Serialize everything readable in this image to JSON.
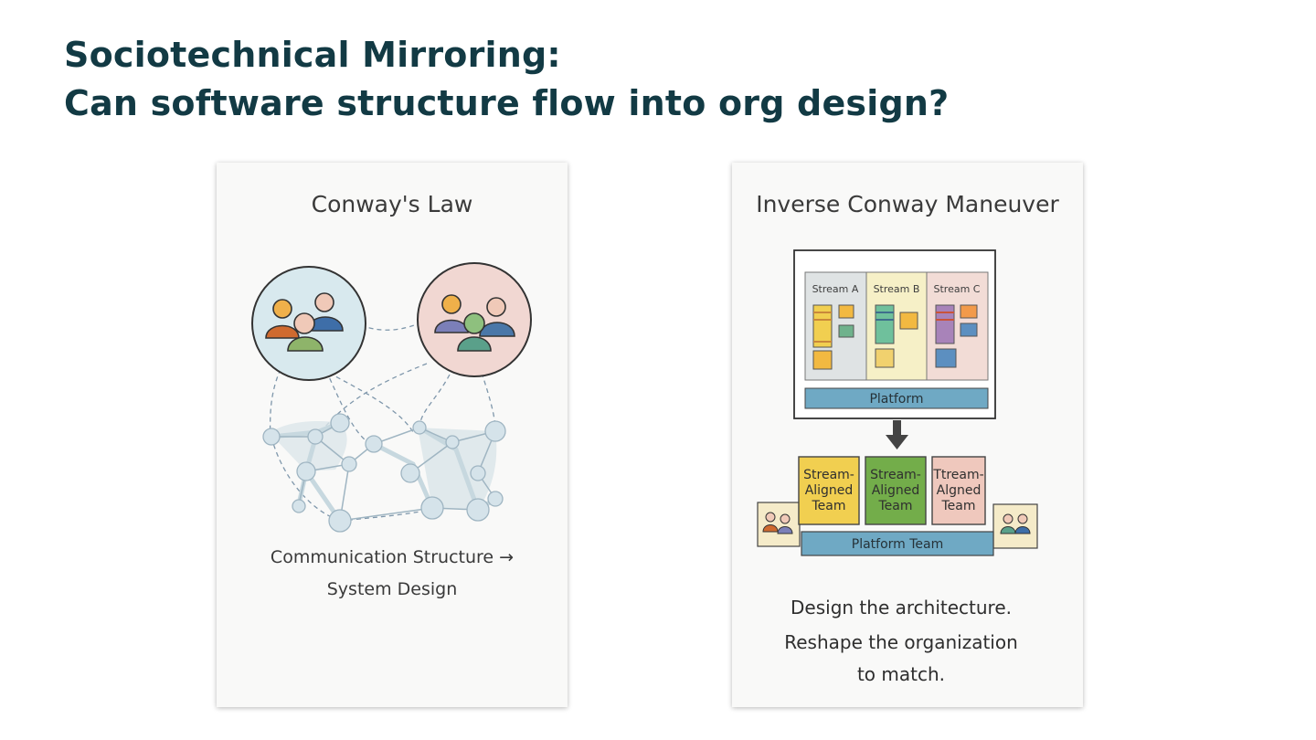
{
  "slide": {
    "title_line1": "Sociotechnical Mirroring:",
    "title_line2": "Can software structure flow into org design?"
  },
  "left_card": {
    "heading": "Conway's Law",
    "caption_line1": "Communication Structure →",
    "caption_line2": "System Design"
  },
  "right_card": {
    "heading": "Inverse Conway Maneuver",
    "streams": [
      "Stream A",
      "Stream B",
      "Stream C"
    ],
    "platform_label": "Platform",
    "teams": [
      {
        "line1": "Stream-",
        "line2": "Aligned",
        "line3": "Team"
      },
      {
        "line1": "Stream-",
        "line2": "Aligned",
        "line3": "Team"
      },
      {
        "line1": "Ttream-",
        "line2": "Algned",
        "line3": "Team"
      }
    ],
    "platform_team_label": "Platform Team",
    "caption_line1": "Design the architecture.",
    "caption_line2": "Reshape the organization",
    "caption_line3": "to match."
  },
  "colors": {
    "title": "#123a44",
    "stream_a_bg": "#dfe3e4",
    "stream_b_bg": "#f6f0c7",
    "stream_c_bg": "#f2dcd6",
    "platform": "#6fa9c4",
    "team_yellow": "#f1cf50",
    "team_green": "#73ad4a",
    "team_pink": "#efc8bd"
  }
}
